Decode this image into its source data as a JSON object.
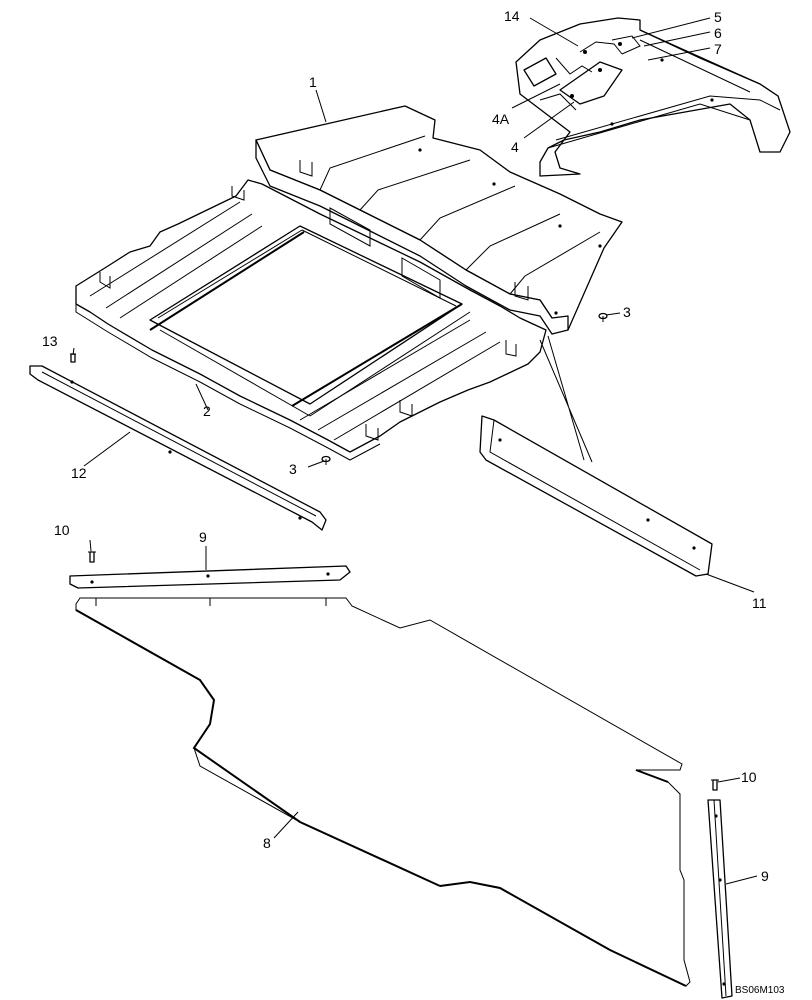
{
  "diagram": {
    "drawing_code": "BS06M103",
    "callouts": {
      "c1": "1",
      "c2": "2",
      "c3_right": "3",
      "c3_bottom": "3",
      "c4": "4",
      "c4a": "4A",
      "c5": "5",
      "c6": "6",
      "c7": "7",
      "c8": "8",
      "c9_top": "9",
      "c9_right": "9",
      "c10_left": "10",
      "c10_right": "10",
      "c11": "11",
      "c12": "12",
      "c13": "13",
      "c14": "14"
    }
  }
}
